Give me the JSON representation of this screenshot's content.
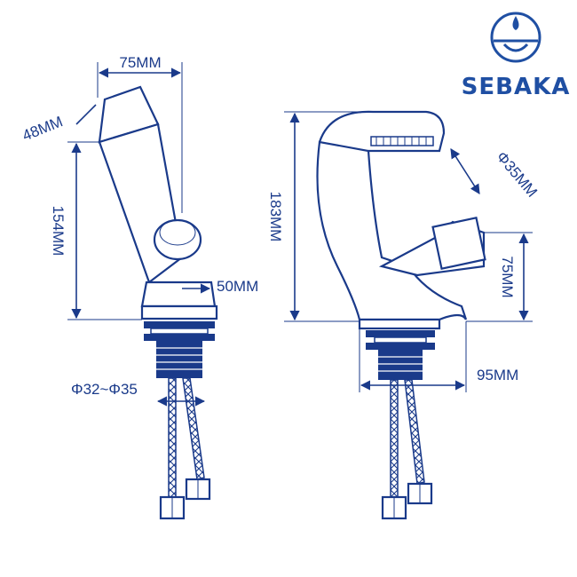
{
  "brand": {
    "name": "SEBAKA",
    "color": "#1f4fa3"
  },
  "left_view": {
    "width_label": "75MM",
    "handle_label": "48MM",
    "height_label": "154MM",
    "base_label": "50MM",
    "hole_label": "Φ32~Φ35"
  },
  "right_view": {
    "height_label": "183MM",
    "spout_label": "Φ35MM",
    "lever_height_label": "75MM",
    "reach_label": "95MM"
  },
  "colors": {
    "line": "#1a3a8a"
  }
}
